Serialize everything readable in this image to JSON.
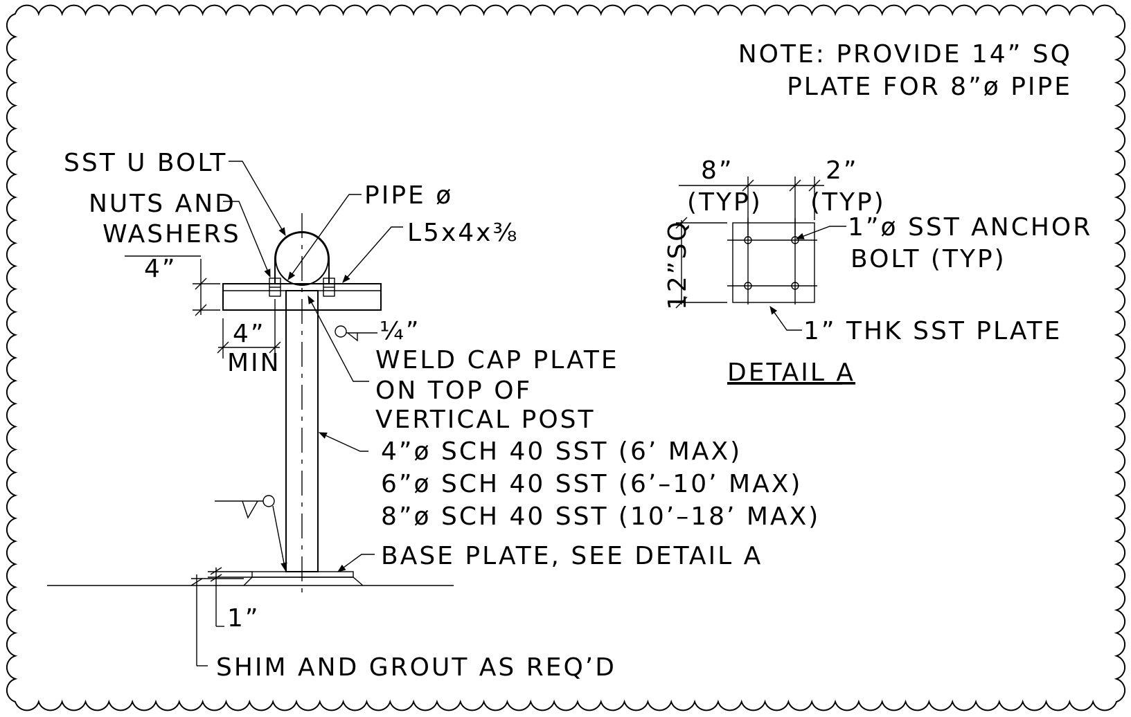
{
  "note": {
    "line1": "NOTE: PROVIDE 14” SQ",
    "line2": "PLATE FOR 8”ø PIPE"
  },
  "main": {
    "u_bolt": "SST U BOLT",
    "nuts_line1": "NUTS AND",
    "nuts_line2": "WASHERS",
    "pipe_dia": "PIPE ø",
    "angle": "L5x4x⅜",
    "dim_4_vert": "4”",
    "dim_4_min": "4”",
    "dim_min": "MIN",
    "weld_size": "¼”",
    "weld_cap_1": "WELD CAP PLATE",
    "weld_cap_2": "ON TOP OF",
    "weld_cap_3": "VERTICAL POST",
    "post_1": "4”ø SCH 40 SST (6’ MAX)",
    "post_2": "6”ø SCH 40 SST (6’–10’ MAX)",
    "post_3": "8”ø SCH 40 SST (10’–18’ MAX)",
    "base_plate": "BASE PLATE, SEE DETAIL A",
    "dim_1": "1”",
    "shim": "SHIM AND GROUT AS REQ’D"
  },
  "detail_a": {
    "dim_8": "8”",
    "typ_left": "(TYP)",
    "dim_2": "2”",
    "typ_right": "(TYP)",
    "dim_12sq": "12”SQ",
    "anchor_1": "1”ø SST ANCHOR",
    "anchor_2": "BOLT (TYP)",
    "plate": "1” THK SST PLATE",
    "title": "DETAIL A"
  }
}
